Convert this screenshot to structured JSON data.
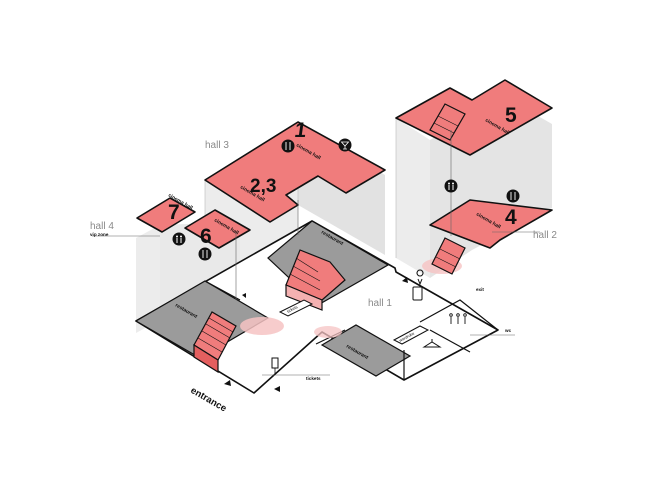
{
  "colors": {
    "accent": "#f07c7c",
    "outline": "#111111",
    "wall": "#e4e4e4",
    "service": "#9b9b9b",
    "label_gray": "#8a8a8a"
  },
  "halls": {
    "hall1": "hall 1",
    "hall2": "hall 2",
    "hall3": "hall 3",
    "hall4": "hall 4"
  },
  "cinema_halls": [
    {
      "number": "1",
      "label": "cinema hall"
    },
    {
      "number": "2,3",
      "label": "cinema hall"
    },
    {
      "number": "4",
      "label": "cinema hall"
    },
    {
      "number": "5",
      "label": "cinema hall"
    },
    {
      "number": "6",
      "label": "cinema hall"
    },
    {
      "number": "7",
      "label": "cinema hall"
    }
  ],
  "labels": {
    "vip_zone": "vip zone",
    "restaurant": "restaurant",
    "tickets": "tickets",
    "exit": "exit",
    "wc": "wc",
    "entrance": "entrance",
    "wardrobe": "wardrobe"
  },
  "icons": [
    "restaurant-icon",
    "cocktail-icon",
    "toilet-icon",
    "ticket-machine-icon",
    "location-pin-icon",
    "coat-hanger-icon",
    "wc-people-icon",
    "stairs-icon",
    "arrow-icon"
  ]
}
